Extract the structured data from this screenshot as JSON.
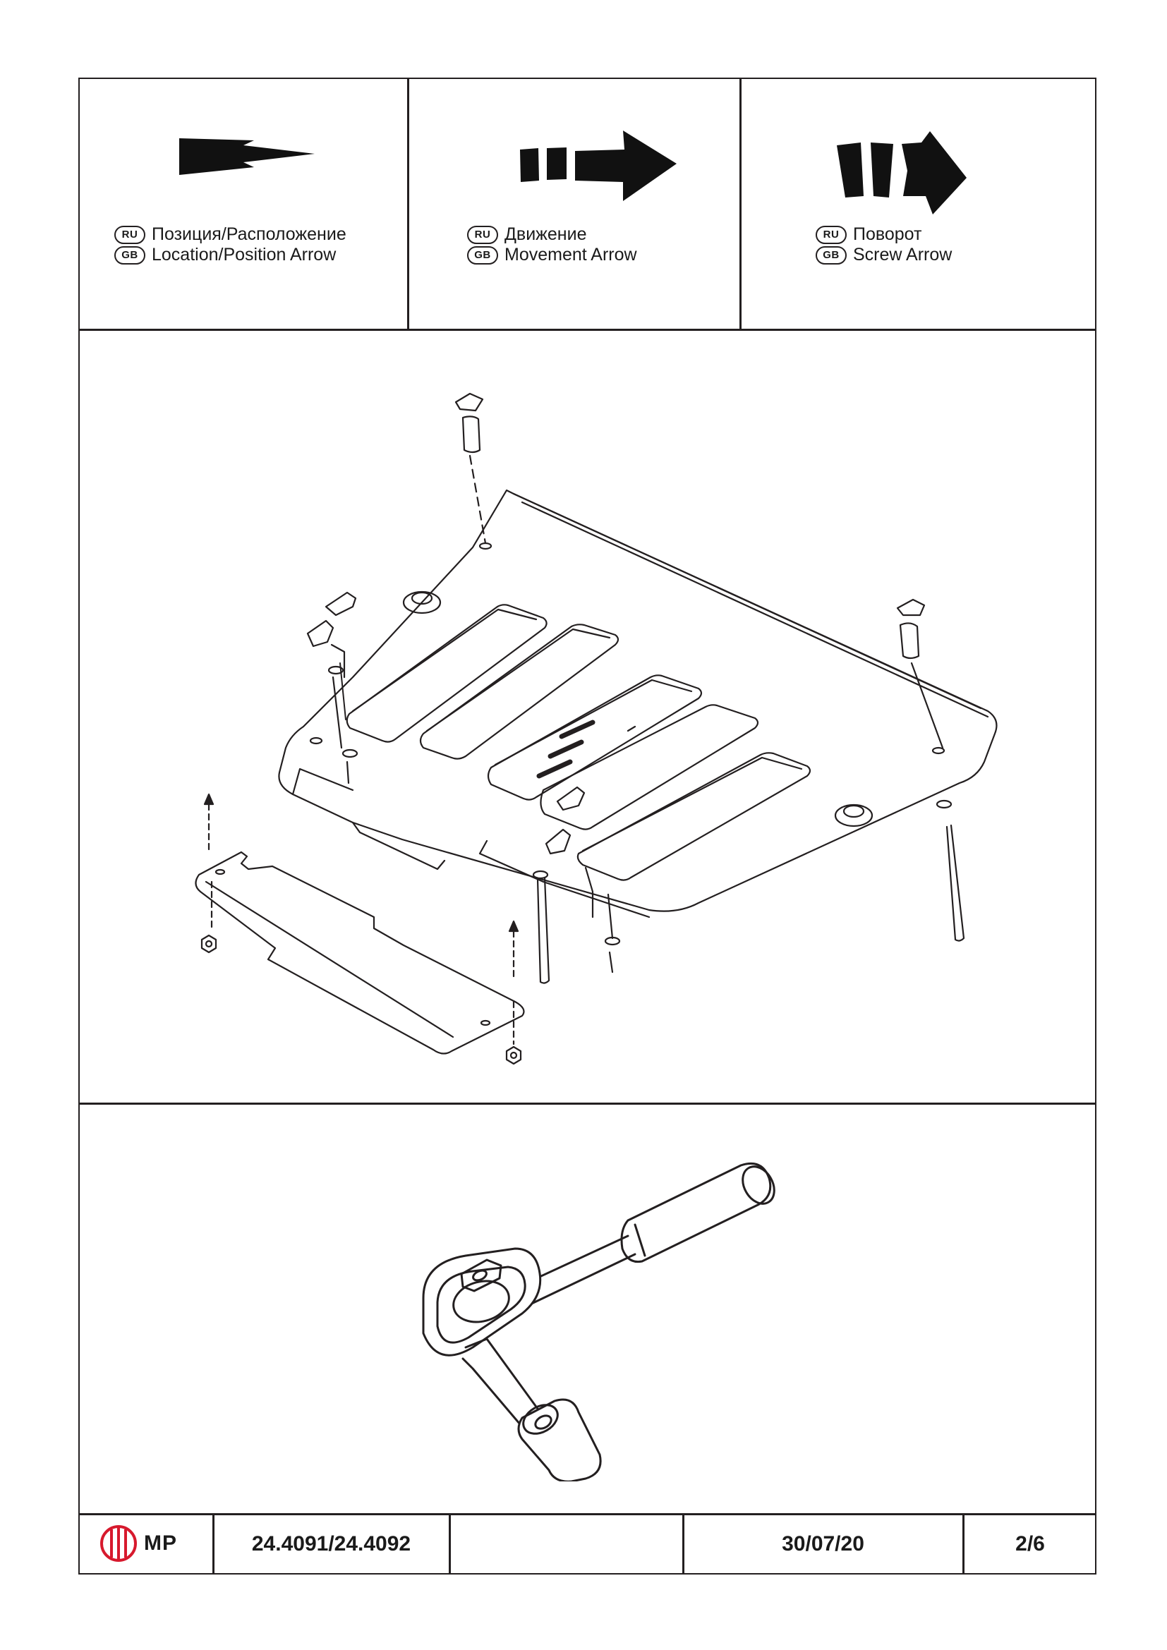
{
  "legend": [
    {
      "ru_code": "RU",
      "gb_code": "GB",
      "ru_text": "Позиция/Расположение",
      "gb_text": "Location/Position Arrow",
      "icon": "solid-arrow-icon"
    },
    {
      "ru_code": "RU",
      "gb_code": "GB",
      "ru_text": "Движение",
      "gb_text": "Movement Arrow",
      "icon": "dashed-arrow-icon"
    },
    {
      "ru_code": "RU",
      "gb_code": "GB",
      "ru_text": "Поворот",
      "gb_text": "Screw Arrow",
      "icon": "curved-arrow-icon"
    }
  ],
  "footer": {
    "brand": "MP",
    "part_number": "24.4091/24.4092",
    "blank": "",
    "date": "30/07/20",
    "page": "2/6"
  },
  "colors": {
    "line": "#231f20",
    "brand_red": "#d7192d"
  }
}
